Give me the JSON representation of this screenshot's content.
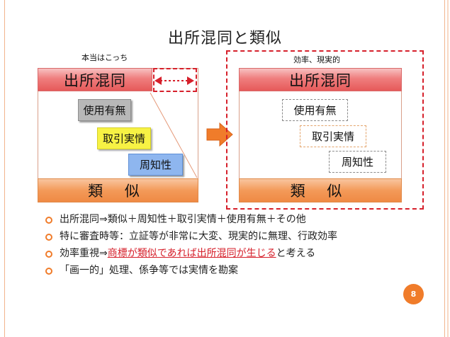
{
  "slide": {
    "title": "出所混同と類似",
    "left_caption": "本当はこっち",
    "right_caption": "効率、現実的",
    "left": {
      "header": "出所混同",
      "chips": [
        "使用有無",
        "取引実情",
        "周知性"
      ],
      "footer": "類 似"
    },
    "right": {
      "header": "出所混同",
      "chips": [
        "使用有無",
        "取引実情",
        "周知性"
      ],
      "footer": "類 似"
    },
    "bullets": [
      {
        "text": "出所混同⇒類似＋周知性＋取引実情＋使用有無＋その他"
      },
      {
        "text": "特に審査時等：立証等が非常に大変、現実的に無理、行政効率"
      },
      {
        "pre": "効率重視⇒",
        "highlight": "商標が類似であれば出所混同が生じる",
        "post": "と考える"
      },
      {
        "text": "「画一的」処理、係争等では実情を勘案"
      }
    ],
    "page_number": "8",
    "colors": {
      "accent": "#f07c2a",
      "dash_red": "#d6202b",
      "header_red": "#e65a5a",
      "footer_orange": "#ef8a44"
    },
    "icons": [
      "double-arrow-icon",
      "right-arrow-icon",
      "bullet-circle-icon"
    ]
  }
}
